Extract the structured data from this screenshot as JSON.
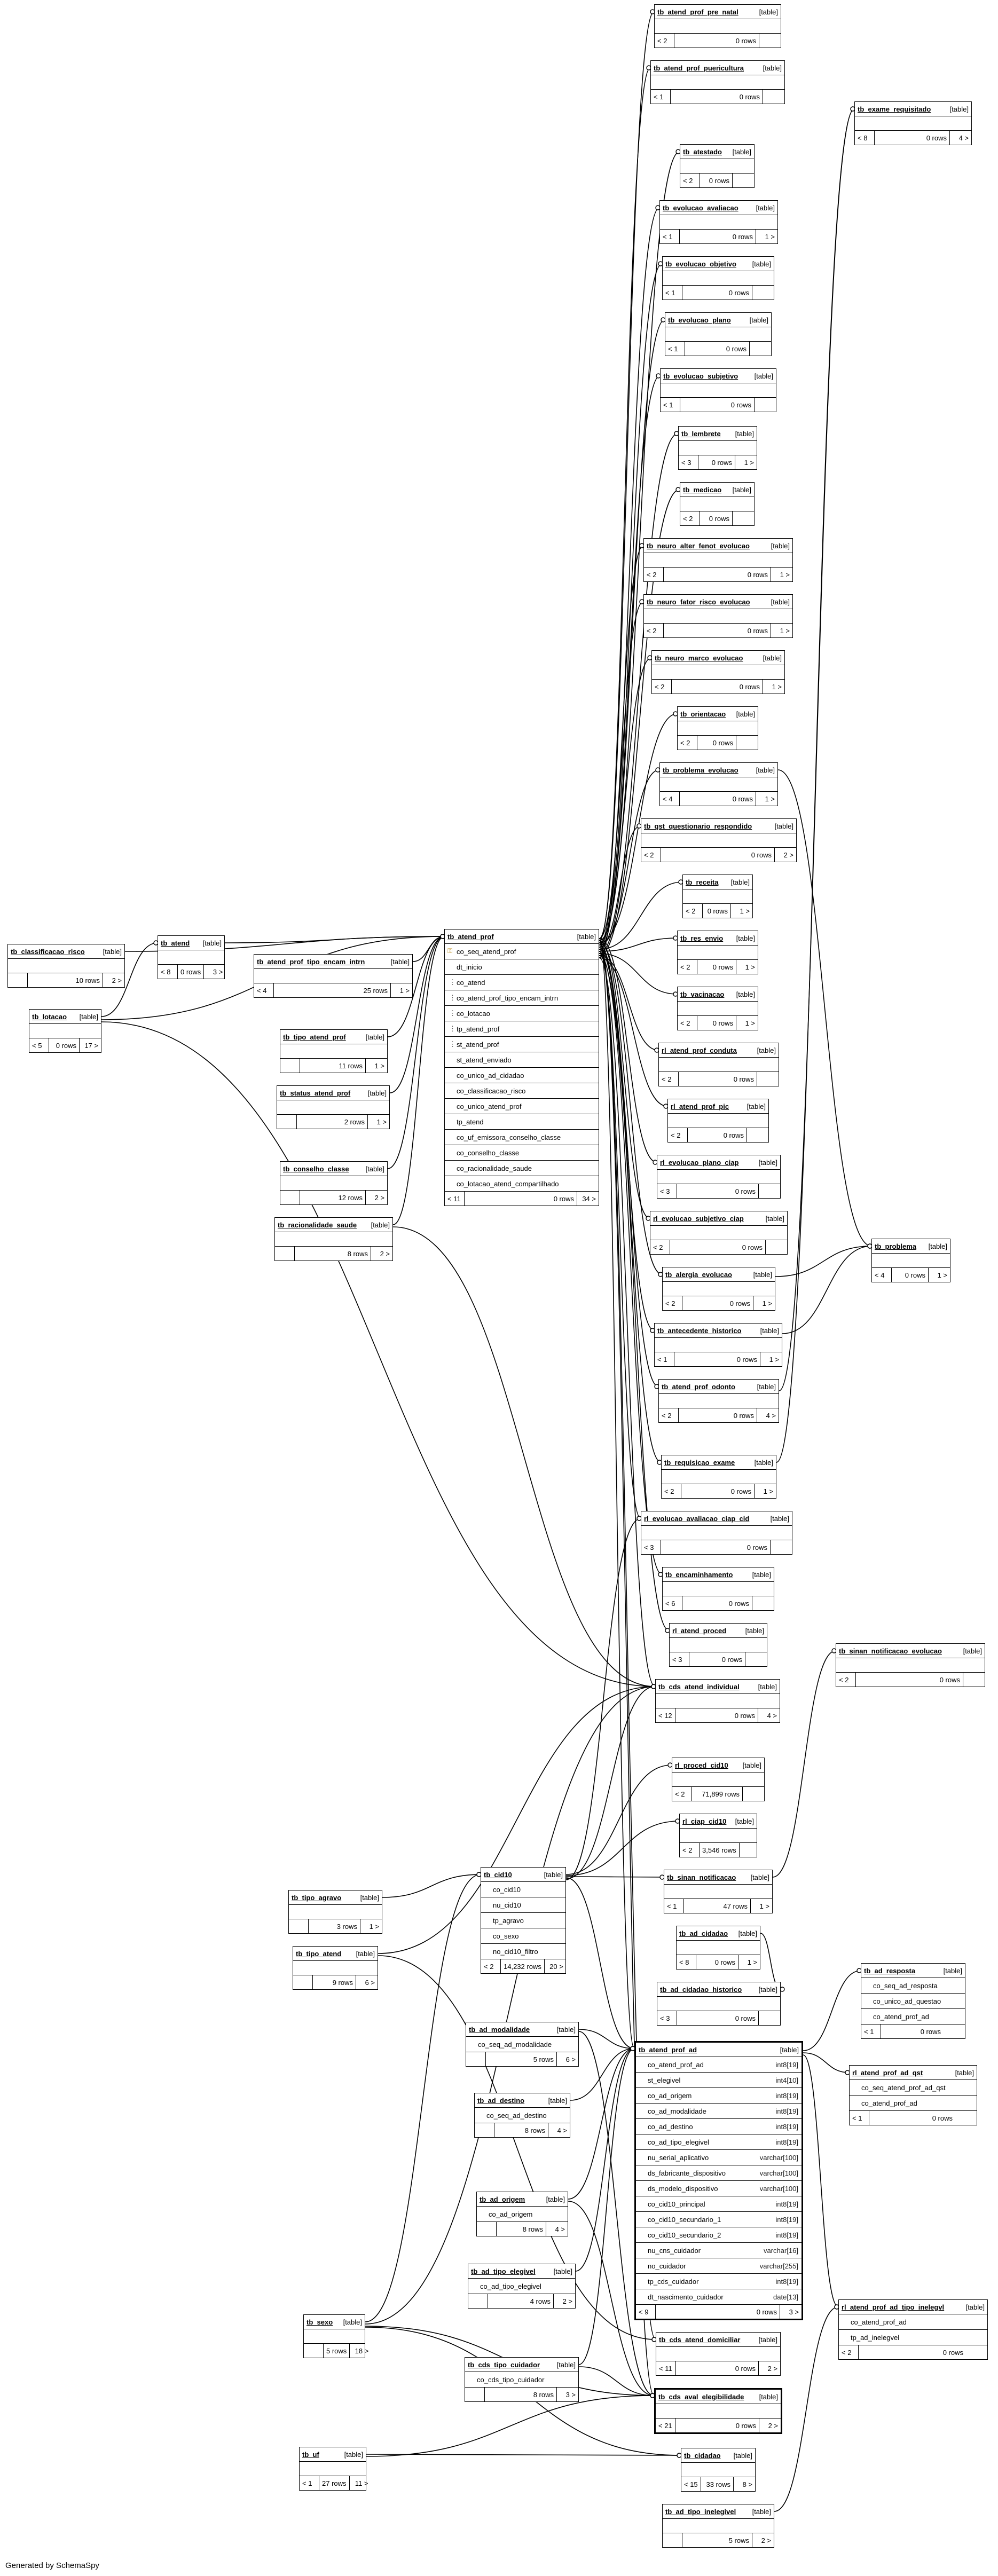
{
  "footer": "Generated by SchemaSpy",
  "tables": [
    {
      "id": "t_pre_natal",
      "name": "tb_atend_prof_pre_natal",
      "type": "[table]",
      "cols": [],
      "parents": "< 2",
      "rows": "0 rows",
      "children": ""
    },
    {
      "id": "t_puericultura",
      "name": "tb_atend_prof_puericultura",
      "type": "[table]",
      "cols": [],
      "parents": "< 1",
      "rows": "0 rows",
      "children": ""
    },
    {
      "id": "t_exame_req",
      "name": "tb_exame_requisitado",
      "type": "[table]",
      "cols": [],
      "parents": "< 8",
      "rows": "0 rows",
      "children": "4 >"
    },
    {
      "id": "t_atestado",
      "name": "tb_atestado",
      "type": "[table]",
      "cols": [],
      "parents": "< 2",
      "rows": "0 rows",
      "children": ""
    },
    {
      "id": "t_evo_aval",
      "name": "tb_evolucao_avaliacao",
      "type": "[table]",
      "cols": [],
      "parents": "< 1",
      "rows": "0 rows",
      "children": "1 >"
    },
    {
      "id": "t_evo_obj",
      "name": "tb_evolucao_objetivo",
      "type": "[table]",
      "cols": [],
      "parents": "< 1",
      "rows": "0 rows",
      "children": ""
    },
    {
      "id": "t_evo_plano",
      "name": "tb_evolucao_plano",
      "type": "[table]",
      "cols": [],
      "parents": "< 1",
      "rows": "0 rows",
      "children": ""
    },
    {
      "id": "t_evo_subj",
      "name": "tb_evolucao_subjetivo",
      "type": "[table]",
      "cols": [],
      "parents": "< 1",
      "rows": "0 rows",
      "children": ""
    },
    {
      "id": "t_lembrete",
      "name": "tb_lembrete",
      "type": "[table]",
      "cols": [],
      "parents": "< 3",
      "rows": "0 rows",
      "children": "1 >"
    },
    {
      "id": "t_medicao",
      "name": "tb_medicao",
      "type": "[table]",
      "cols": [],
      "parents": "< 2",
      "rows": "0 rows",
      "children": ""
    },
    {
      "id": "t_neuro_alter",
      "name": "tb_neuro_alter_fenot_evolucao",
      "type": "[table]",
      "cols": [],
      "parents": "< 2",
      "rows": "0 rows",
      "children": "1 >"
    },
    {
      "id": "t_neuro_fator",
      "name": "tb_neuro_fator_risco_evolucao",
      "type": "[table]",
      "cols": [],
      "parents": "< 2",
      "rows": "0 rows",
      "children": "1 >"
    },
    {
      "id": "t_neuro_marco",
      "name": "tb_neuro_marco_evolucao",
      "type": "[table]",
      "cols": [],
      "parents": "< 2",
      "rows": "0 rows",
      "children": "1 >"
    },
    {
      "id": "t_orientacao",
      "name": "tb_orientacao",
      "type": "[table]",
      "cols": [],
      "parents": "< 2",
      "rows": "0 rows",
      "children": ""
    },
    {
      "id": "t_problema_evo",
      "name": "tb_problema_evolucao",
      "type": "[table]",
      "cols": [],
      "parents": "< 4",
      "rows": "0 rows",
      "children": "1 >"
    },
    {
      "id": "t_qst_quest",
      "name": "tb_qst_questionario_respondido",
      "type": "[table]",
      "cols": [],
      "parents": "< 2",
      "rows": "0 rows",
      "children": "2 >"
    },
    {
      "id": "t_receita",
      "name": "tb_receita",
      "type": "[table]",
      "cols": [],
      "parents": "< 2",
      "rows": "0 rows",
      "children": "1 >"
    },
    {
      "id": "t_res_envio",
      "name": "tb_res_envio",
      "type": "[table]",
      "cols": [],
      "parents": "< 2",
      "rows": "0 rows",
      "children": "1 >"
    },
    {
      "id": "t_vacinacao",
      "name": "tb_vacinacao",
      "type": "[table]",
      "cols": [],
      "parents": "< 2",
      "rows": "0 rows",
      "children": "1 >"
    },
    {
      "id": "t_rl_conduta",
      "name": "rl_atend_prof_conduta",
      "type": "[table]",
      "cols": [],
      "parents": "< 2",
      "rows": "0 rows",
      "children": ""
    },
    {
      "id": "t_rl_pic",
      "name": "rl_atend_prof_pic",
      "type": "[table]",
      "cols": [],
      "parents": "< 2",
      "rows": "0 rows",
      "children": ""
    },
    {
      "id": "t_rl_plano_ciap",
      "name": "rl_evolucao_plano_ciap",
      "type": "[table]",
      "cols": [],
      "parents": "< 3",
      "rows": "0 rows",
      "children": ""
    },
    {
      "id": "t_rl_subj_ciap",
      "name": "rl_evolucao_subjetivo_ciap",
      "type": "[table]",
      "cols": [],
      "parents": "< 2",
      "rows": "0 rows",
      "children": ""
    },
    {
      "id": "t_alergia",
      "name": "tb_alergia_evolucao",
      "type": "[table]",
      "cols": [],
      "parents": "< 2",
      "rows": "0 rows",
      "children": "1 >"
    },
    {
      "id": "t_antecedente",
      "name": "tb_antecedente_historico",
      "type": "[table]",
      "cols": [],
      "parents": "< 1",
      "rows": "0 rows",
      "children": "1 >"
    },
    {
      "id": "t_odonto",
      "name": "tb_atend_prof_odonto",
      "type": "[table]",
      "cols": [],
      "parents": "< 2",
      "rows": "0 rows",
      "children": "4 >"
    },
    {
      "id": "t_problema",
      "name": "tb_problema",
      "type": "[table]",
      "cols": [],
      "parents": "< 4",
      "rows": "0 rows",
      "children": "1 >"
    },
    {
      "id": "t_req_exame",
      "name": "tb_requisicao_exame",
      "type": "[table]",
      "cols": [],
      "parents": "< 2",
      "rows": "0 rows",
      "children": "1 >"
    },
    {
      "id": "t_rl_aval_ciap",
      "name": "rl_evolucao_avaliacao_ciap_cid",
      "type": "[table]",
      "cols": [],
      "parents": "< 3",
      "rows": "0 rows",
      "children": ""
    },
    {
      "id": "t_encaminhamento",
      "name": "tb_encaminhamento",
      "type": "[table]",
      "cols": [],
      "parents": "< 6",
      "rows": "0 rows",
      "children": ""
    },
    {
      "id": "t_rl_proced",
      "name": "rl_atend_proced",
      "type": "[table]",
      "cols": [],
      "parents": "< 3",
      "rows": "0 rows",
      "children": ""
    },
    {
      "id": "t_sinan_notif_evo",
      "name": "tb_sinan_notificacao_evolucao",
      "type": "[table]",
      "cols": [],
      "parents": "< 2",
      "rows": "0 rows",
      "children": ""
    },
    {
      "id": "t_cds_individual",
      "name": "tb_cds_atend_individual",
      "type": "[table]",
      "cols": [],
      "parents": "< 12",
      "rows": "0 rows",
      "children": "4 >"
    },
    {
      "id": "t_rl_proced_cid10",
      "name": "rl_proced_cid10",
      "type": "[table]",
      "cols": [],
      "parents": "< 2",
      "rows": "71,899 rows",
      "children": ""
    },
    {
      "id": "t_rl_ciap_cid10",
      "name": "rl_ciap_cid10",
      "type": "[table]",
      "cols": [],
      "parents": "< 2",
      "rows": "3,546 rows",
      "children": ""
    },
    {
      "id": "t_sinan_notif",
      "name": "tb_sinan_notificacao",
      "type": "[table]",
      "cols": [],
      "parents": "< 1",
      "rows": "47 rows",
      "children": "1 >"
    },
    {
      "id": "t_ad_cidadao",
      "name": "tb_ad_cidadao",
      "type": "[table]",
      "cols": [],
      "parents": "< 8",
      "rows": "0 rows",
      "children": "1 >"
    },
    {
      "id": "t_ad_cid_hist",
      "name": "tb_ad_cidadao_historico",
      "type": "[table]",
      "cols": [],
      "parents": "< 3",
      "rows": "0 rows",
      "children": ""
    },
    {
      "id": "t_ad_resposta",
      "name": "tb_ad_resposta",
      "type": "[table]",
      "cols": [
        {
          "n": "co_seq_ad_resposta",
          "k": ""
        },
        {
          "n": "co_unico_ad_questao",
          "k": ""
        },
        {
          "n": "co_atend_prof_ad",
          "k": ""
        }
      ],
      "parents": "< 1",
      "rows": "0 rows",
      "children": ""
    },
    {
      "id": "t_rl_ad_qst",
      "name": "rl_atend_prof_ad_qst",
      "type": "[table]",
      "cols": [
        {
          "n": "co_seq_atend_prof_ad_qst",
          "k": ""
        },
        {
          "n": "co_atend_prof_ad",
          "k": ""
        }
      ],
      "parents": "< 1",
      "rows": "0 rows",
      "children": ""
    },
    {
      "id": "t_rl_inelegivel",
      "name": "rl_atend_prof_ad_tipo_inelegvl",
      "type": "[table]",
      "cols": [
        {
          "n": "co_atend_prof_ad",
          "k": ""
        },
        {
          "n": "tp_ad_inelegvel",
          "k": ""
        }
      ],
      "parents": "< 2",
      "rows": "0 rows",
      "children": ""
    },
    {
      "id": "t_cds_domiciliar",
      "name": "tb_cds_atend_domiciliar",
      "type": "[table]",
      "cols": [],
      "parents": "< 11",
      "rows": "0 rows",
      "children": "2 >"
    },
    {
      "id": "t_cds_aval",
      "name": "tb_cds_aval_elegibilidade",
      "type": "[table]",
      "cols": [],
      "parents": "< 21",
      "rows": "0 rows",
      "children": "2 >"
    },
    {
      "id": "t_cidadao",
      "name": "tb_cidadao",
      "type": "[table]",
      "cols": [],
      "parents": "< 15",
      "rows": "33 rows",
      "children": "8 >"
    },
    {
      "id": "t_ad_tipo_ineleg",
      "name": "tb_ad_tipo_inelegivel",
      "type": "[table]",
      "cols": [],
      "parents": "",
      "rows": "5 rows",
      "children": "2 >"
    },
    {
      "id": "t_class_risco",
      "name": "tb_classificacao_risco",
      "type": "[table]",
      "cols": [],
      "parents": "",
      "rows": "10 rows",
      "children": "2 >"
    },
    {
      "id": "t_lotacao",
      "name": "tb_lotacao",
      "type": "[table]",
      "cols": [],
      "parents": "< 5",
      "rows": "0 rows",
      "children": "17 >"
    },
    {
      "id": "t_atend",
      "name": "tb_atend",
      "type": "[table]",
      "cols": [],
      "parents": "< 8",
      "rows": "0 rows",
      "children": "3 >"
    },
    {
      "id": "t_encam_intrn",
      "name": "tb_atend_prof_tipo_encam_intrn",
      "type": "[table]",
      "cols": [],
      "parents": "< 4",
      "rows": "25 rows",
      "children": "1 >"
    },
    {
      "id": "t_tipo_atend_prof",
      "name": "tb_tipo_atend_prof",
      "type": "[table]",
      "cols": [],
      "parents": "",
      "rows": "11 rows",
      "children": "1 >"
    },
    {
      "id": "t_status_atend",
      "name": "tb_status_atend_prof",
      "type": "[table]",
      "cols": [],
      "parents": "",
      "rows": "2 rows",
      "children": "1 >"
    },
    {
      "id": "t_conselho",
      "name": "tb_conselho_classe",
      "type": "[table]",
      "cols": [],
      "parents": "",
      "rows": "12 rows",
      "children": "2 >"
    },
    {
      "id": "t_racionalidade",
      "name": "tb_racionalidade_saude",
      "type": "[table]",
      "cols": [],
      "parents": "",
      "rows": "8 rows",
      "children": "2 >"
    },
    {
      "id": "t_atend_prof",
      "name": "tb_atend_prof",
      "type": "[table]",
      "cols": [
        {
          "n": "co_seq_atend_prof",
          "k": "key"
        },
        {
          "n": "dt_inicio",
          "k": ""
        },
        {
          "n": "co_atend",
          "k": "fk"
        },
        {
          "n": "co_atend_prof_tipo_encam_intrn",
          "k": "fk"
        },
        {
          "n": "co_lotacao",
          "k": "fk"
        },
        {
          "n": "tp_atend_prof",
          "k": "fk"
        },
        {
          "n": "st_atend_prof",
          "k": "fk"
        },
        {
          "n": "st_atend_enviado",
          "k": ""
        },
        {
          "n": "co_unico_ad_cidadao",
          "k": ""
        },
        {
          "n": "co_classificacao_risco",
          "k": ""
        },
        {
          "n": "co_unico_atend_prof",
          "k": ""
        },
        {
          "n": "tp_atend",
          "k": ""
        },
        {
          "n": "co_uf_emissora_conselho_classe",
          "k": ""
        },
        {
          "n": "co_conselho_classe",
          "k": ""
        },
        {
          "n": "co_racionalidade_saude",
          "k": ""
        },
        {
          "n": "co_lotacao_atend_compartilhado",
          "k": ""
        }
      ],
      "parents": "< 11",
      "rows": "0 rows",
      "children": "34 >"
    },
    {
      "id": "t_tipo_agravo",
      "name": "tb_tipo_agravo",
      "type": "[table]",
      "cols": [],
      "parents": "",
      "rows": "3 rows",
      "children": "1 >"
    },
    {
      "id": "t_tipo_atend",
      "name": "tb_tipo_atend",
      "type": "[table]",
      "cols": [],
      "parents": "",
      "rows": "9 rows",
      "children": "6 >"
    },
    {
      "id": "t_cid10",
      "name": "tb_cid10",
      "type": "[table]",
      "cols": [
        {
          "n": "co_cid10",
          "k": ""
        },
        {
          "n": "nu_cid10",
          "k": ""
        },
        {
          "n": "tp_agravo",
          "k": ""
        },
        {
          "n": "co_sexo",
          "k": ""
        },
        {
          "n": "no_cid10_filtro",
          "k": ""
        }
      ],
      "parents": "< 2",
      "rows": "14,232 rows",
      "children": "20 >"
    },
    {
      "id": "t_ad_modalidade",
      "name": "tb_ad_modalidade",
      "type": "[table]",
      "cols": [
        {
          "n": "co_seq_ad_modalidade",
          "k": ""
        }
      ],
      "parents": "",
      "rows": "5 rows",
      "children": "6 >"
    },
    {
      "id": "t_ad_destino",
      "name": "tb_ad_destino",
      "type": "[table]",
      "cols": [
        {
          "n": "co_seq_ad_destino",
          "k": ""
        }
      ],
      "parents": "",
      "rows": "8 rows",
      "children": "4 >"
    },
    {
      "id": "t_ad_origem",
      "name": "tb_ad_origem",
      "type": "[table]",
      "cols": [
        {
          "n": "co_ad_origem",
          "k": ""
        }
      ],
      "parents": "",
      "rows": "8 rows",
      "children": "4 >"
    },
    {
      "id": "t_ad_tipo_eleg",
      "name": "tb_ad_tipo_elegivel",
      "type": "[table]",
      "cols": [
        {
          "n": "co_ad_tipo_elegivel",
          "k": ""
        }
      ],
      "parents": "",
      "rows": "4 rows",
      "children": "2 >"
    },
    {
      "id": "t_cds_tipo_cuid",
      "name": "tb_cds_tipo_cuidador",
      "type": "[table]",
      "cols": [
        {
          "n": "co_cds_tipo_cuidador",
          "k": ""
        }
      ],
      "parents": "",
      "rows": "8 rows",
      "children": "3 >"
    },
    {
      "id": "t_sexo",
      "name": "tb_sexo",
      "type": "[table]",
      "cols": [],
      "parents": "",
      "rows": "5 rows",
      "children": "18 >"
    },
    {
      "id": "t_uf",
      "name": "tb_uf",
      "type": "[table]",
      "cols": [],
      "parents": "< 1",
      "rows": "27 rows",
      "children": "11 >"
    },
    {
      "id": "t_atend_prof_ad",
      "name": "tb_atend_prof_ad",
      "type": "[table]",
      "cols": [
        {
          "n": "co_atend_prof_ad",
          "k": "",
          "t": "int8[19]"
        },
        {
          "n": "st_elegivel",
          "k": "",
          "t": "int4[10]"
        },
        {
          "n": "co_ad_origem",
          "k": "",
          "t": "int8[19]"
        },
        {
          "n": "co_ad_modalidade",
          "k": "",
          "t": "int8[19]"
        },
        {
          "n": "co_ad_destino",
          "k": "",
          "t": "int8[19]"
        },
        {
          "n": "co_ad_tipo_elegivel",
          "k": "",
          "t": "int8[19]"
        },
        {
          "n": "nu_serial_aplicativo",
          "k": "",
          "t": "varchar[100]"
        },
        {
          "n": "ds_fabricante_dispositivo",
          "k": "",
          "t": "varchar[100]"
        },
        {
          "n": "ds_modelo_dispositivo",
          "k": "",
          "t": "varchar[100]"
        },
        {
          "n": "co_cid10_principal",
          "k": "",
          "t": "int8[19]"
        },
        {
          "n": "co_cid10_secundario_1",
          "k": "",
          "t": "int8[19]"
        },
        {
          "n": "co_cid10_secundario_2",
          "k": "",
          "t": "int8[19]"
        },
        {
          "n": "nu_cns_cuidador",
          "k": "",
          "t": "varchar[16]"
        },
        {
          "n": "no_cuidador",
          "k": "",
          "t": "varchar[255]"
        },
        {
          "n": "tp_cds_cuidador",
          "k": "",
          "t": "int8[19]"
        },
        {
          "n": "dt_nascimento_cuidador",
          "k": "",
          "t": "date[13]"
        }
      ],
      "parents": "< 9",
      "rows": "0 rows",
      "children": "3 >"
    }
  ]
}
